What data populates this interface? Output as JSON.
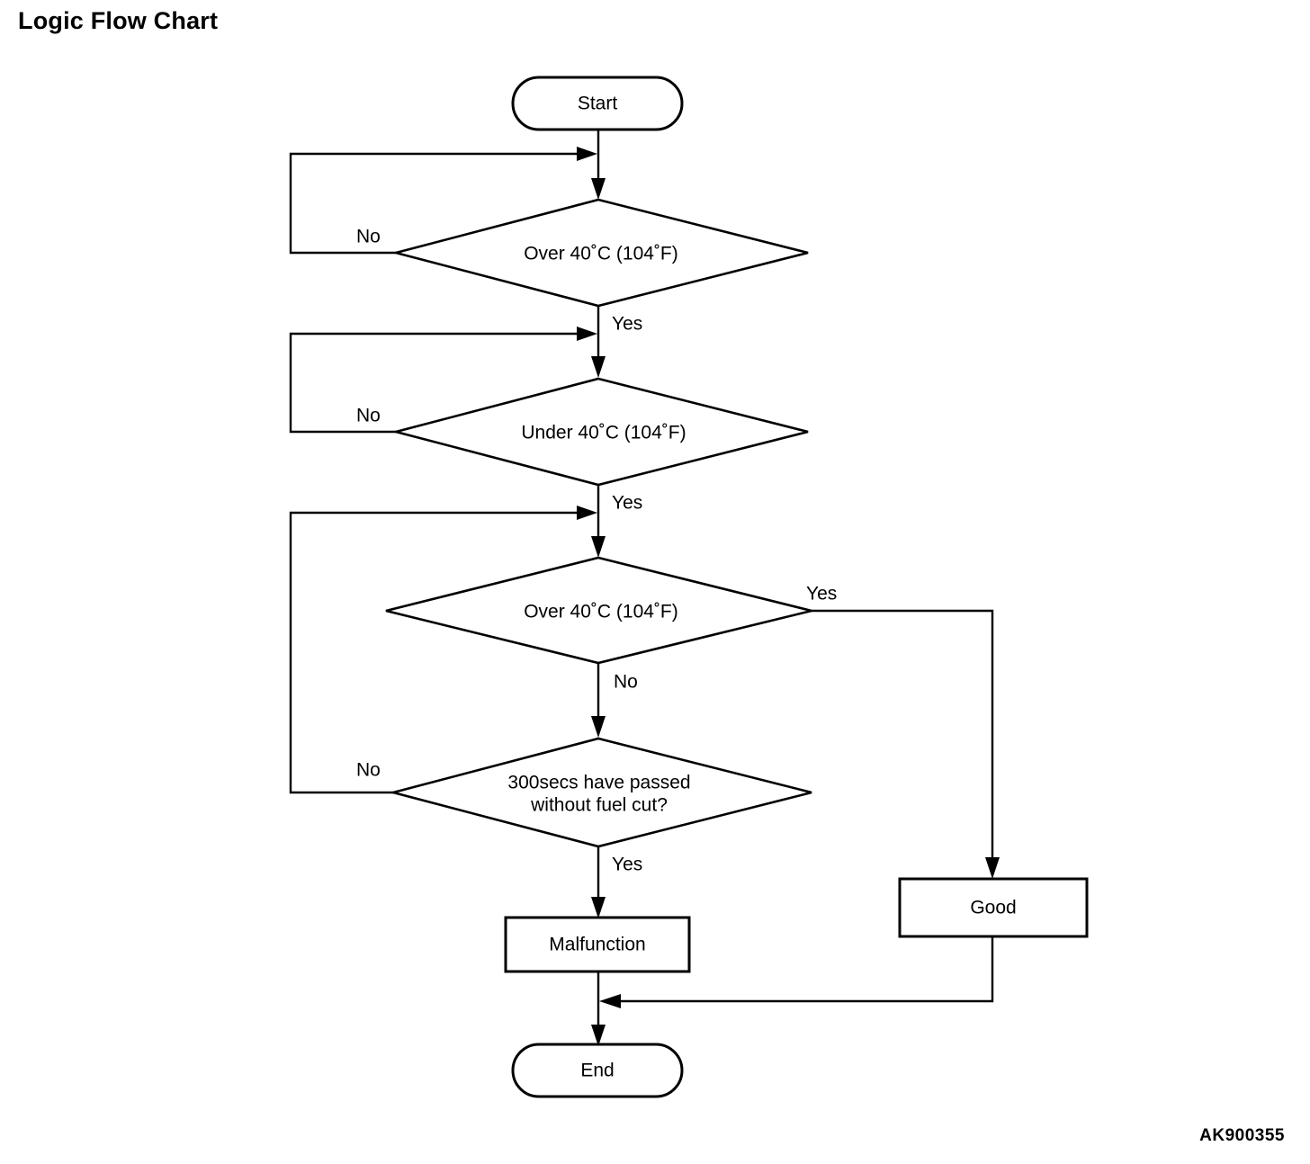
{
  "page": {
    "title": "Logic Flow Chart",
    "watermark": "AK900355",
    "background_color": "#ffffff",
    "line_color": "#000000"
  },
  "chart_data": {
    "type": "flowchart",
    "title": "Logic Flow Chart",
    "nodes": [
      {
        "id": "start",
        "shape": "terminator",
        "label": "Start"
      },
      {
        "id": "dec1",
        "shape": "decision",
        "label": "Over 40˚C (104˚F)"
      },
      {
        "id": "dec2",
        "shape": "decision",
        "label": "Under 40˚C (104˚F)"
      },
      {
        "id": "dec3",
        "shape": "decision",
        "label": "Over 40˚C (104˚F)"
      },
      {
        "id": "dec4",
        "shape": "decision",
        "label_line1": "300secs have passed",
        "label_line2": "without fuel cut?"
      },
      {
        "id": "malfunction",
        "shape": "process",
        "label": "Malfunction"
      },
      {
        "id": "good",
        "shape": "process",
        "label": "Good"
      },
      {
        "id": "end",
        "shape": "terminator",
        "label": "End"
      }
    ],
    "edges": [
      {
        "from": "start",
        "to": "dec1",
        "label": ""
      },
      {
        "from": "dec1",
        "to": "dec1",
        "label": "No",
        "route": "loop-left"
      },
      {
        "from": "dec1",
        "to": "dec2",
        "label": "Yes"
      },
      {
        "from": "dec2",
        "to": "dec2",
        "label": "No",
        "route": "loop-left"
      },
      {
        "from": "dec2",
        "to": "dec3",
        "label": "Yes"
      },
      {
        "from": "dec3",
        "to": "good",
        "label": "Yes",
        "route": "right-down"
      },
      {
        "from": "dec3",
        "to": "dec4",
        "label": "No"
      },
      {
        "from": "dec4",
        "to": "dec3",
        "label": "No",
        "route": "loop-left"
      },
      {
        "from": "dec4",
        "to": "malfunction",
        "label": "Yes"
      },
      {
        "from": "malfunction",
        "to": "end",
        "label": ""
      },
      {
        "from": "good",
        "to": "end",
        "label": "",
        "route": "down-left"
      }
    ]
  },
  "labels": {
    "start": "Start",
    "dec1": "Over 40˚C (104˚F)",
    "dec2": "Under 40˚C (104˚F)",
    "dec3": "Over 40˚C (104˚F)",
    "dec4_line1": "300secs have passed",
    "dec4_line2": "without fuel cut?",
    "malfunction": "Malfunction",
    "good": "Good",
    "end": "End",
    "no_1": "No",
    "yes_1": "Yes",
    "no_2": "No",
    "yes_2": "Yes",
    "yes_3": "Yes",
    "no_3": "No",
    "no_4": "No",
    "yes_4": "Yes"
  }
}
